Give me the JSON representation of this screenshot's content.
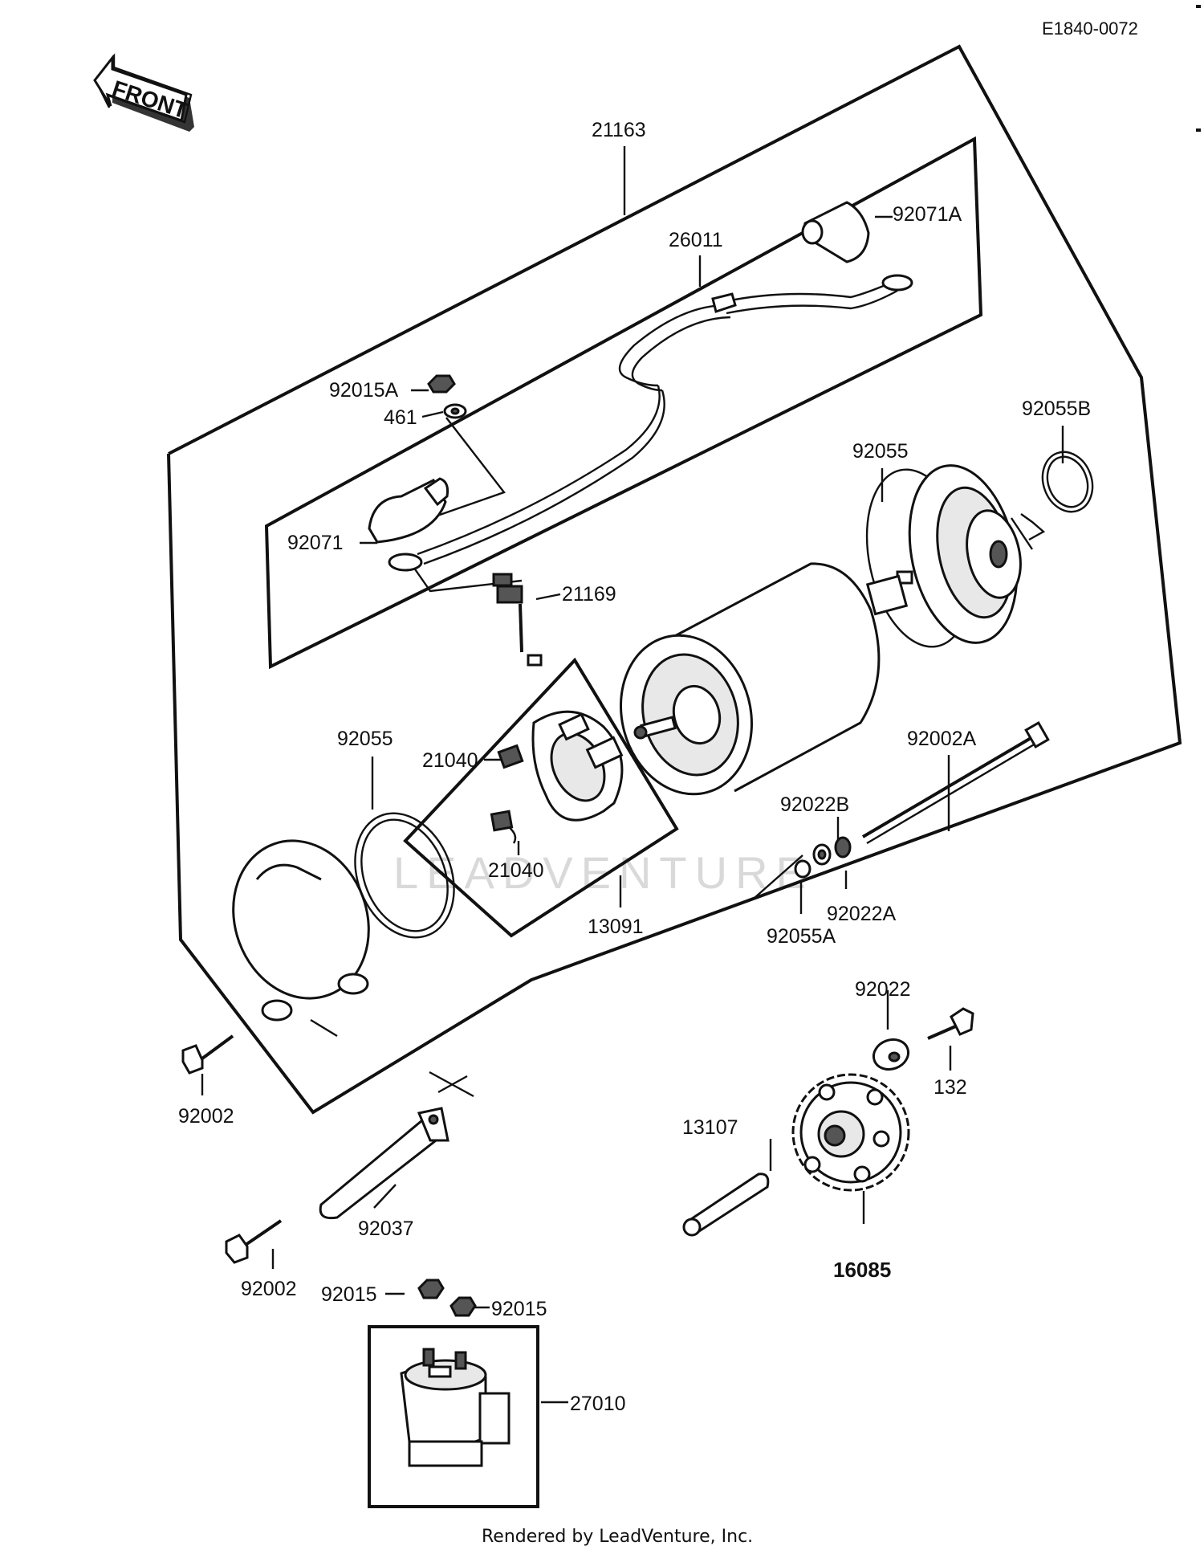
{
  "diagram_code": "E1840-0072",
  "front_label": "FRONT",
  "watermark": "LEADVENTURE",
  "footer": "Rendered by LeadVenture, Inc.",
  "callouts": {
    "p21163": "21163",
    "p26011": "26011",
    "p92071A": "92071A",
    "p92015A": "92015A",
    "p461": "461",
    "p92055B": "92055B",
    "p92055_top": "92055",
    "p92071": "92071",
    "p21169": "21169",
    "p92055_left": "92055",
    "p21040_a": "21040",
    "p21040_b": "21040",
    "p13091": "13091",
    "p92002A": "92002A",
    "p92022B": "92022B",
    "p92022A": "92022A",
    "p92055A": "92055A",
    "p92022": "92022",
    "p132": "132",
    "p92002_a": "92002",
    "p13107": "13107",
    "p92037": "92037",
    "p16085": "16085",
    "p92002_b": "92002",
    "p92015_a": "92015",
    "p92015_b": "92015",
    "p27010": "27010"
  }
}
